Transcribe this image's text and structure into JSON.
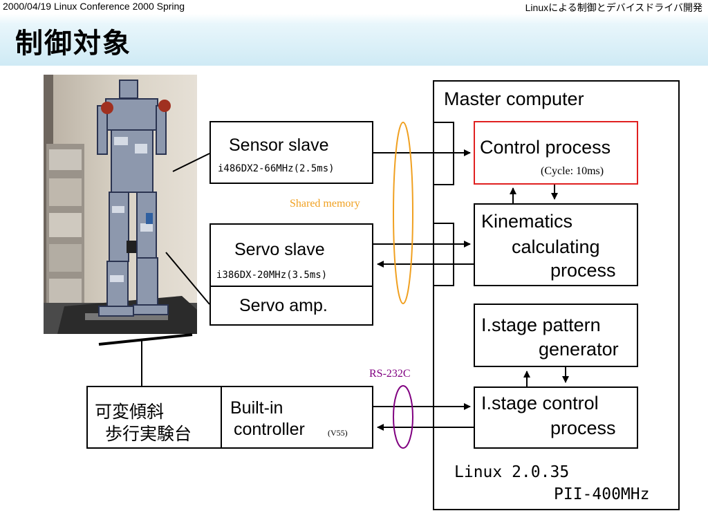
{
  "header": {
    "left": "2000/04/19 Linux Conference 2000 Spring",
    "right": "Linuxによる制御とデバイスドライバ開発"
  },
  "title": "制御対象",
  "diagram": {
    "sensor_slave": {
      "label": "Sensor slave",
      "spec": "i486DX2-66MHz(2.5ms)"
    },
    "servo_slave": {
      "label": "Servo slave",
      "spec": "i386DX-20MHz(3.5ms)"
    },
    "servo_amp": "Servo amp.",
    "shared_memory": "Shared memory",
    "rs232c": "RS-232C",
    "master": {
      "label": "Master computer",
      "control_process": {
        "label": "Control process",
        "cycle": "(Cycle: 10ms)"
      },
      "kinematics": {
        "line1": "Kinematics",
        "line2": "calculating",
        "line3": "process"
      },
      "pattern_gen": {
        "line1": "I.stage pattern",
        "line2": "generator"
      },
      "stage_control": {
        "line1": "I.stage control",
        "line2": "process"
      },
      "os": "Linux  2.0.35",
      "cpu": "PII-400MHz"
    },
    "walking_table": {
      "line1": "可変傾斜",
      "line2": "歩行実験台"
    },
    "builtin": {
      "line1": "Built-in",
      "line2": "controller",
      "sub": "(V55)"
    }
  },
  "colors": {
    "control_border": "#e02020",
    "shared_memory": "#f0a020",
    "rs232c": "#800080"
  }
}
